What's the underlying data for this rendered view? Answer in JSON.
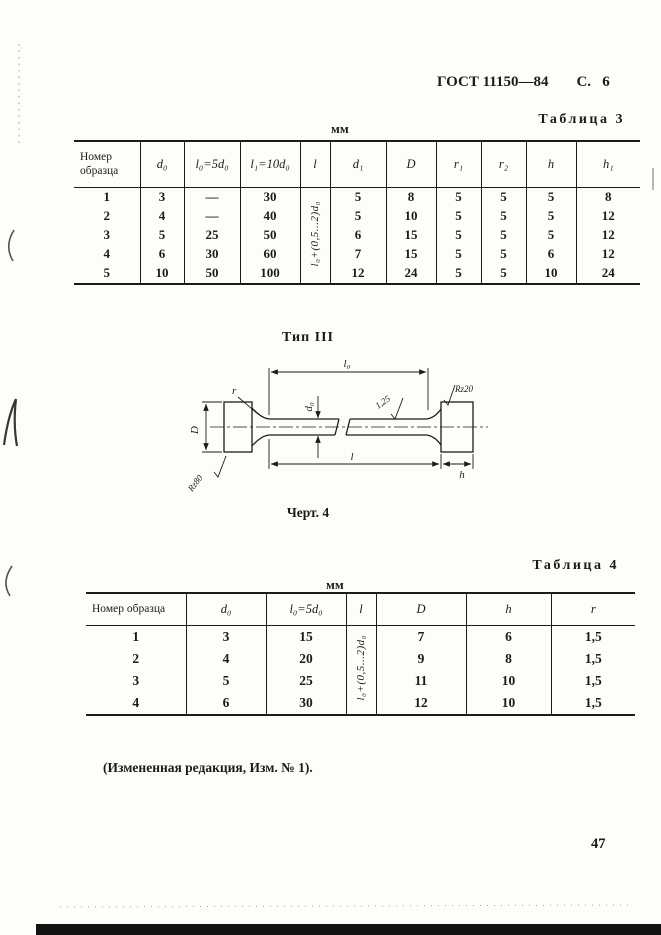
{
  "header": {
    "standard": "ГОСТ 11150—84",
    "page_label": "С.   6"
  },
  "table3": {
    "caption": "Таблица 3",
    "unit": "мм",
    "headers": [
      "Номер образца",
      "d₀",
      "l₀=5d₀",
      "l₁=10d₀",
      "l",
      "d₁",
      "D",
      "r₁",
      "r₂",
      "h",
      "h₁"
    ],
    "l_formula": "l₀+(0,5...2)d₀",
    "rows": [
      [
        "1",
        "3",
        "—",
        "30",
        "5",
        "8",
        "5",
        "5",
        "5",
        "8"
      ],
      [
        "2",
        "4",
        "—",
        "40",
        "5",
        "10",
        "5",
        "5",
        "5",
        "12"
      ],
      [
        "3",
        "5",
        "25",
        "50",
        "6",
        "15",
        "5",
        "5",
        "5",
        "12"
      ],
      [
        "4",
        "6",
        "30",
        "60",
        "7",
        "15",
        "5",
        "5",
        "6",
        "12"
      ],
      [
        "5",
        "10",
        "50",
        "100",
        "12",
        "24",
        "5",
        "5",
        "10",
        "24"
      ]
    ]
  },
  "drawing": {
    "type_label": "Тип III",
    "caption": "Черт. 4",
    "labels": {
      "l0": "l₀",
      "r": "r",
      "d0": "d₀",
      "roughness": "1,25",
      "rz20": "Rz20",
      "rz80": "Rz80",
      "D": "D",
      "l": "l",
      "h": "h"
    }
  },
  "table4": {
    "caption": "Таблица 4",
    "unit": "мм",
    "headers": [
      "Номер образца",
      "d₀",
      "l₀=5d₀",
      "l",
      "D",
      "h",
      "r"
    ],
    "l_formula": "l₀+(0,5...2)d₀",
    "rows": [
      [
        "1",
        "3",
        "15",
        "7",
        "6",
        "1,5"
      ],
      [
        "2",
        "4",
        "20",
        "9",
        "8",
        "1,5"
      ],
      [
        "3",
        "5",
        "25",
        "11",
        "10",
        "1,5"
      ],
      [
        "4",
        "6",
        "30",
        "12",
        "10",
        "1,5"
      ]
    ]
  },
  "note": "(Измененная редакция, Изм. № 1).",
  "page_number": "47"
}
